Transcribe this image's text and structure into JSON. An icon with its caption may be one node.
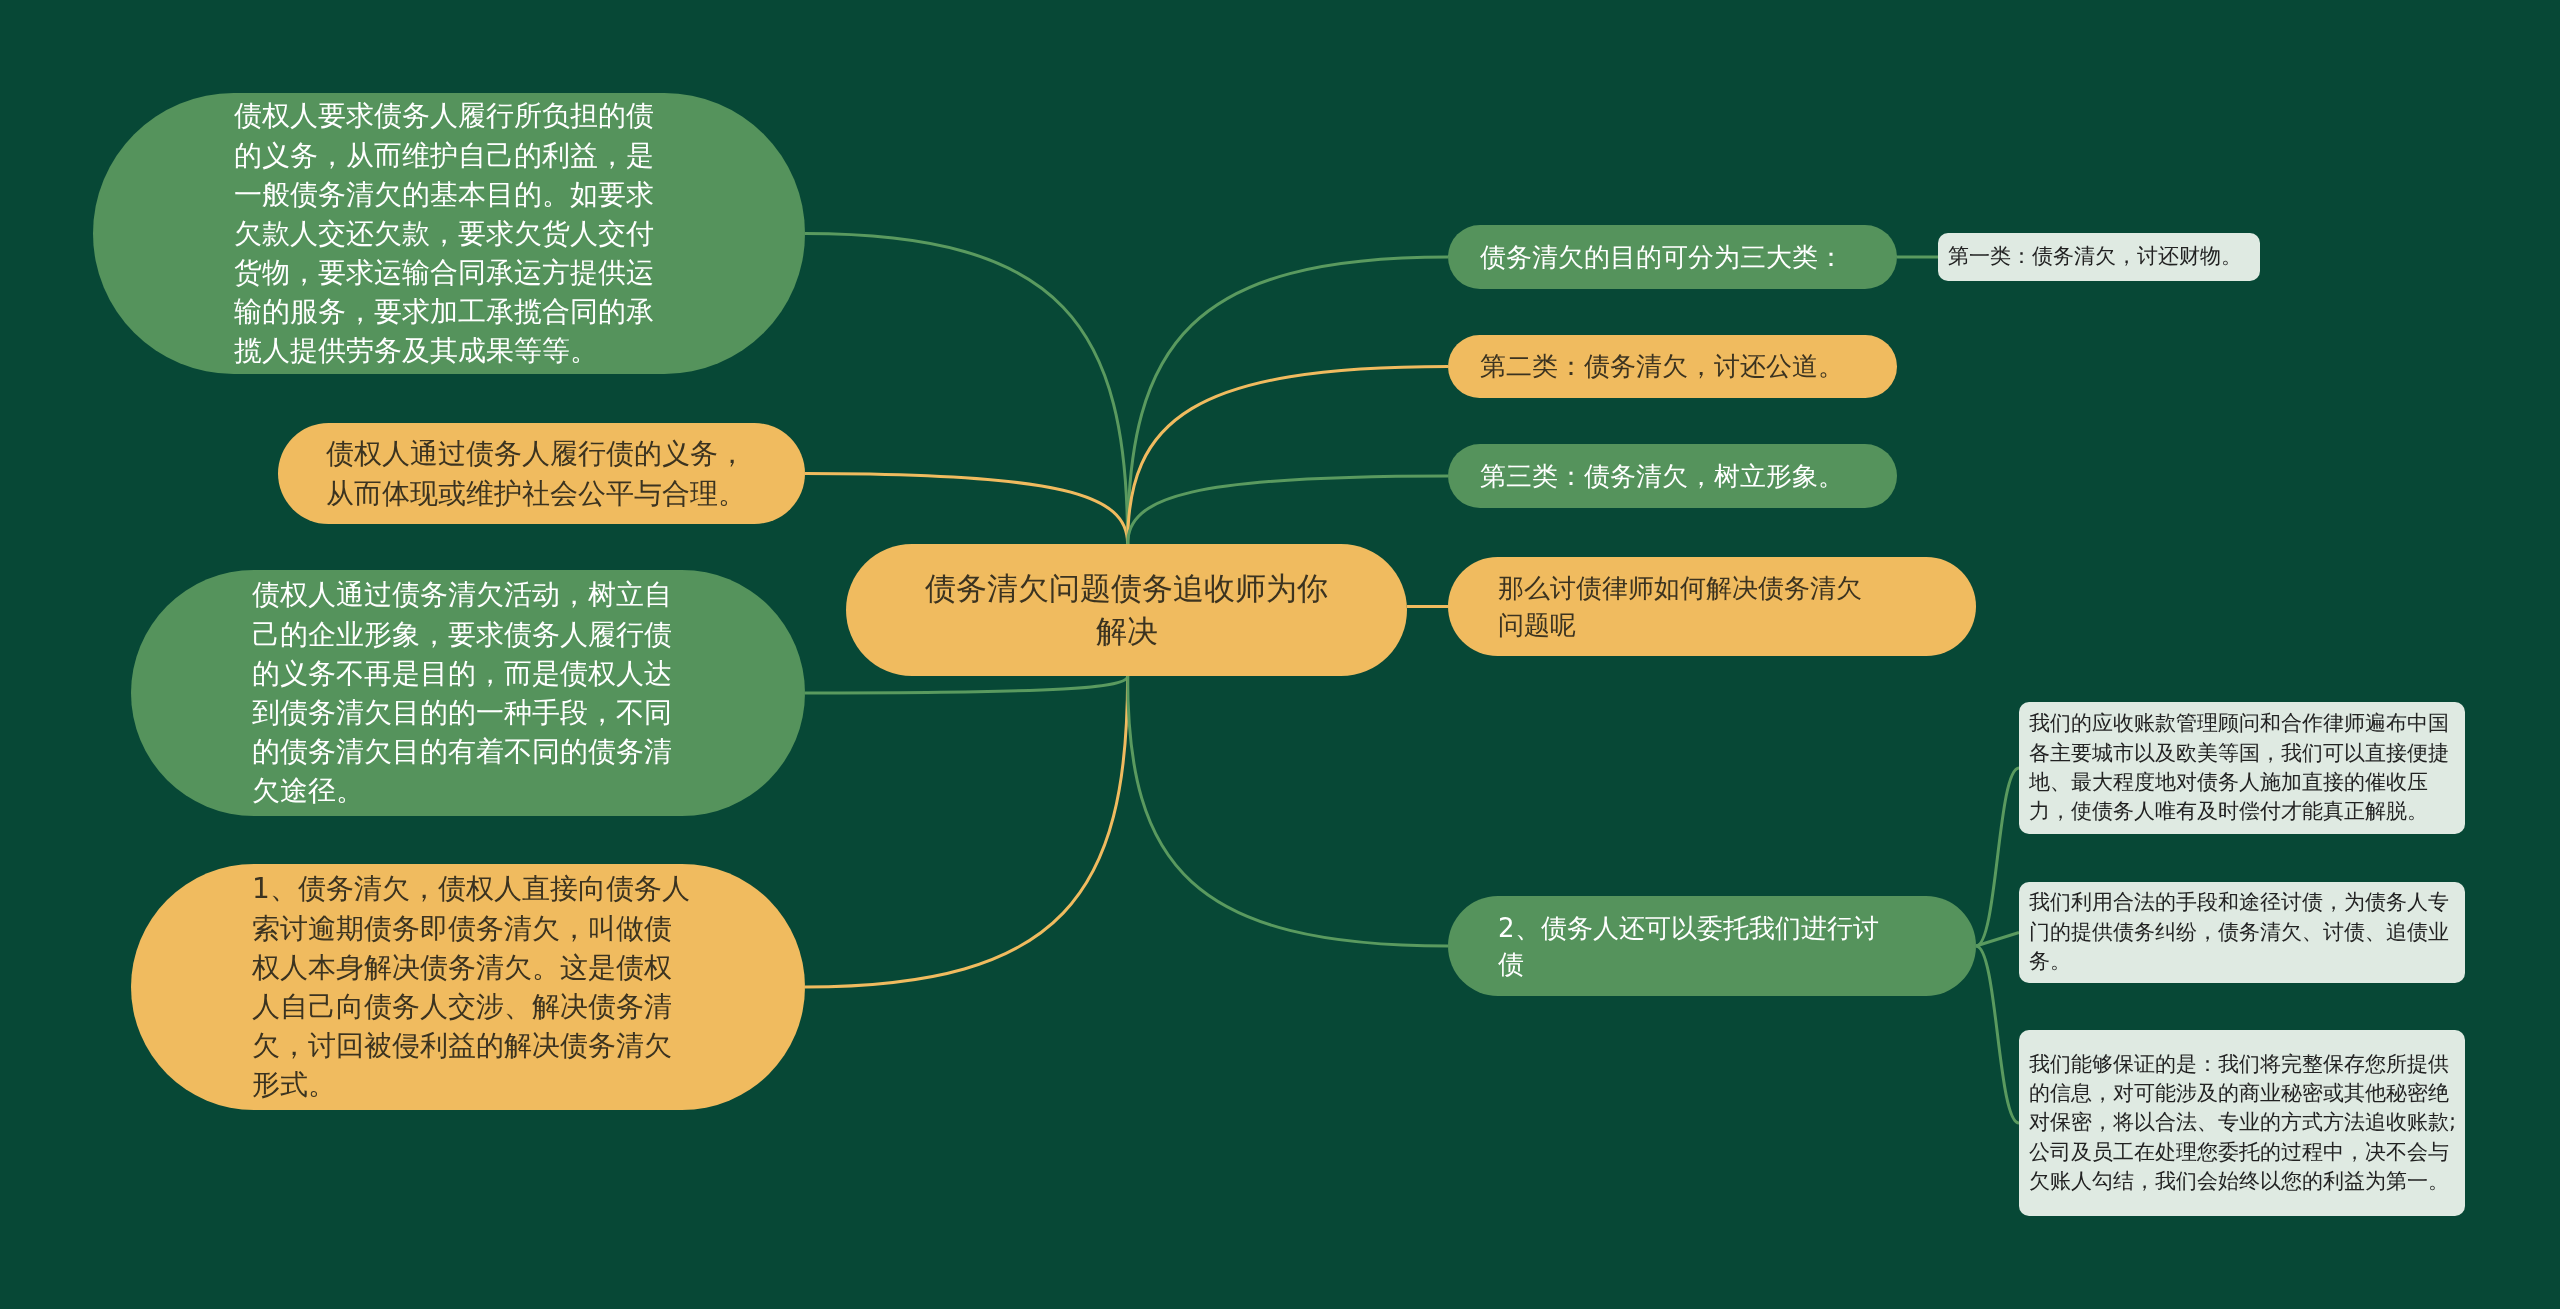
{
  "diagram": {
    "nodes": [
      {
        "text": [
          "债务清欠问题债务追收师为你解决"
        ]
      },
      {
        "text": [
          "债权人要求债务人履行所负担的债的义务，从而维护自己的利益，是一般债务清欠的基本目的。如要求欠款人交还欠款，要求欠货人交付货物，要求运输合同承运方提供运输的服务，要求加工承揽合同的承揽人提供劳务及其成果等等。"
        ]
      },
      {
        "text": [
          "债权人通过债务人履行债的义务，从而体现或维护社会公平与合理。"
        ]
      },
      {
        "text": [
          "债权人通过债务清欠活动，树立自己的企业形象，要求债务人履行债的义务不再是目的，而是债权人达到债务清欠目的的一种手段，不同的债务清欠目的有着不同的债务清欠途径。"
        ]
      },
      {
        "text": [
          "1、债务清欠，债权人直接向债务人索讨逾期债务即债务清欠，叫做债权人本身解决债务清欠。这是债权人自己向债务人交涉、解决债务清欠，讨回被侵利益的解决债务清欠形式。"
        ]
      },
      {
        "text": [
          "债务清欠的目的可分为三大类："
        ]
      },
      {
        "text": [
          "第一类：债务清欠，讨还财物。"
        ]
      },
      {
        "text": [
          "第二类：债务清欠，讨还公道。"
        ]
      },
      {
        "text": [
          "第三类：债务清欠，树立形象。"
        ]
      },
      {
        "text": [
          "那么讨债律师如何解决债务清欠问题呢"
        ]
      },
      {
        "text": [
          "2、债务人还可以委托我们进行讨债"
        ]
      },
      {
        "text": [
          "我们的应收账款管理顾问和合作律师遍布中国各主要城市以及欧美等国，我们可以直接便捷地、最大程度地对债务人施加直接的催收压力，使债务人唯有及时偿付才能真正解脱。"
        ]
      },
      {
        "text": [
          "我们利用合法的手段和途径讨债，为债务人专门的提供债务纠纷，债务清欠、讨债、追债业务。"
        ]
      },
      {
        "text": [
          "我们能够保证的是：我们将完整保存您所提供的信息，对可能涉及的商业秘密或其他秘密绝对保密，将以合法、专业的方式方法追收账款;公司及员工在处理您委托的过程中，决不会与欠账人勾结，我们会始终以您的利益为第一。"
        ]
      }
    ],
    "edges": [
      {
        "from": 0,
        "to": 1,
        "arrow": "none"
      },
      {
        "from": 0,
        "to": 2,
        "arrow": "none",
        "color": "#f0bb5f"
      },
      {
        "from": 0,
        "to": 3,
        "arrow": "none"
      },
      {
        "from": 0,
        "to": 4,
        "arrow": "none",
        "color": "#f0bb5f"
      },
      {
        "from": 0,
        "to": 5,
        "arrow": "none"
      },
      {
        "from": 5,
        "to": 6,
        "arrow": "none"
      },
      {
        "from": 0,
        "to": 7,
        "arrow": "none",
        "color": "#f0bb5f"
      },
      {
        "from": 0,
        "to": 8,
        "arrow": "none"
      },
      {
        "from": 0,
        "to": 9,
        "arrow": "none",
        "color": "#f0bb5f"
      },
      {
        "from": 0,
        "to": 10,
        "arrow": "none"
      },
      {
        "from": 10,
        "to": 11,
        "arrow": "none"
      },
      {
        "from": 10,
        "to": 12,
        "arrow": "none"
      },
      {
        "from": 10,
        "to": 13,
        "arrow": "none"
      }
    ]
  }
}
